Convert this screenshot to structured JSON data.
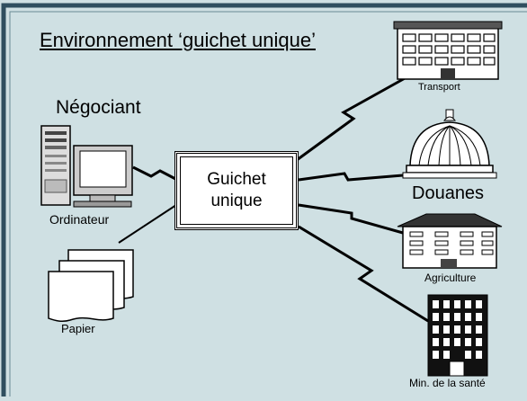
{
  "title": "Environnement ‘guichet unique’",
  "hub": {
    "line1": "Guichet",
    "line2": "unique"
  },
  "trader": {
    "label": "Négociant",
    "computer_label": "Ordinateur",
    "paper_label": "Papier"
  },
  "agencies": {
    "transport": "Transport",
    "customs": "Douanes",
    "agriculture": "Agriculture",
    "health": "Min. de la santé"
  },
  "colors": {
    "background": "#cfe0e3",
    "frame": "#2f4f5f"
  }
}
